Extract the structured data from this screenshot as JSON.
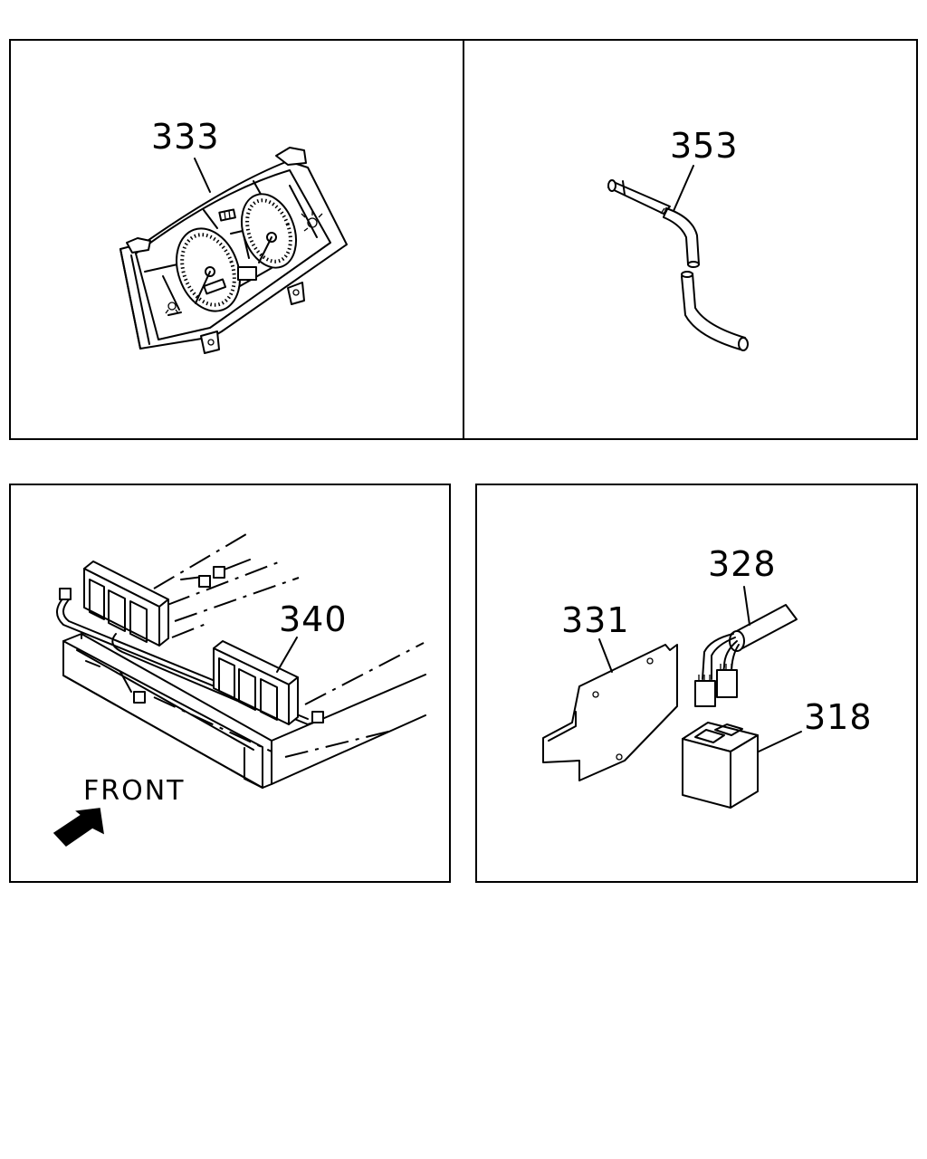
{
  "panels": [
    {
      "id": "panel-top-left",
      "callouts": [
        {
          "label": "333"
        }
      ]
    },
    {
      "id": "panel-top-right",
      "callouts": [
        {
          "label": "353"
        }
      ]
    },
    {
      "id": "panel-bottom-left",
      "callouts": [
        {
          "label": "340"
        }
      ],
      "direction_text": "FRONT"
    },
    {
      "id": "panel-bottom-right",
      "callouts": [
        {
          "label": "328"
        },
        {
          "label": "331"
        },
        {
          "label": "318"
        }
      ]
    }
  ],
  "icons": {
    "direction_arrow": "front-arrow-icon"
  },
  "colors": {
    "line": "#000000",
    "background": "#ffffff"
  }
}
